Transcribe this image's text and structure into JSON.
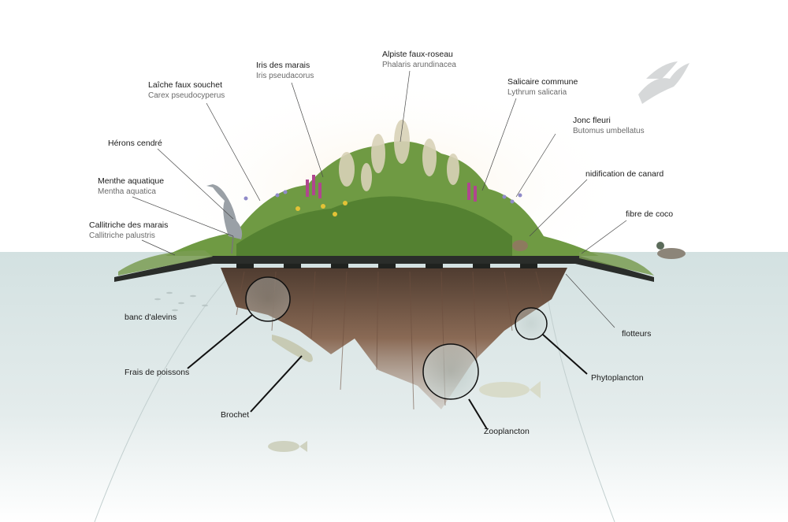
{
  "labels": {
    "alpiste": {
      "common": "Alpiste faux-roseau",
      "latin": "Phalaris arundinacea"
    },
    "iris": {
      "common": "Iris des marais",
      "latin": "Iris pseudacorus"
    },
    "salicaire": {
      "common": "Salicaire commune",
      "latin": "Lythrum salicaria"
    },
    "laiche": {
      "common": "Laîche faux souchet",
      "latin": "Carex pseudocyperus"
    },
    "jonc": {
      "common": "Jonc fleuri",
      "latin": "Butomus umbellatus"
    },
    "heron": {
      "common": "Hérons cendré"
    },
    "canard": {
      "common": "nidification de canard"
    },
    "menthe": {
      "common": "Menthe aquatique",
      "latin": "Mentha aquatica"
    },
    "coco": {
      "common": "fibre de coco"
    },
    "callitriche": {
      "common": "Callitriche des marais",
      "latin": "Callitriche palustris"
    },
    "alevins": {
      "common": "banc d'alevins"
    },
    "flotteurs": {
      "common": "flotteurs"
    },
    "frais": {
      "common": "Frais de poissons"
    },
    "phyto": {
      "common": "Phytoplancton"
    },
    "brochet": {
      "common": "Brochet"
    },
    "zoo": {
      "common": "Zooplancton"
    }
  },
  "colors": {
    "water": "#dbe6e6",
    "mat": "#2a2d2a",
    "vegetation": "#5e8c3a",
    "roots": "#7a5a45",
    "leader": "#4a4a4a"
  }
}
